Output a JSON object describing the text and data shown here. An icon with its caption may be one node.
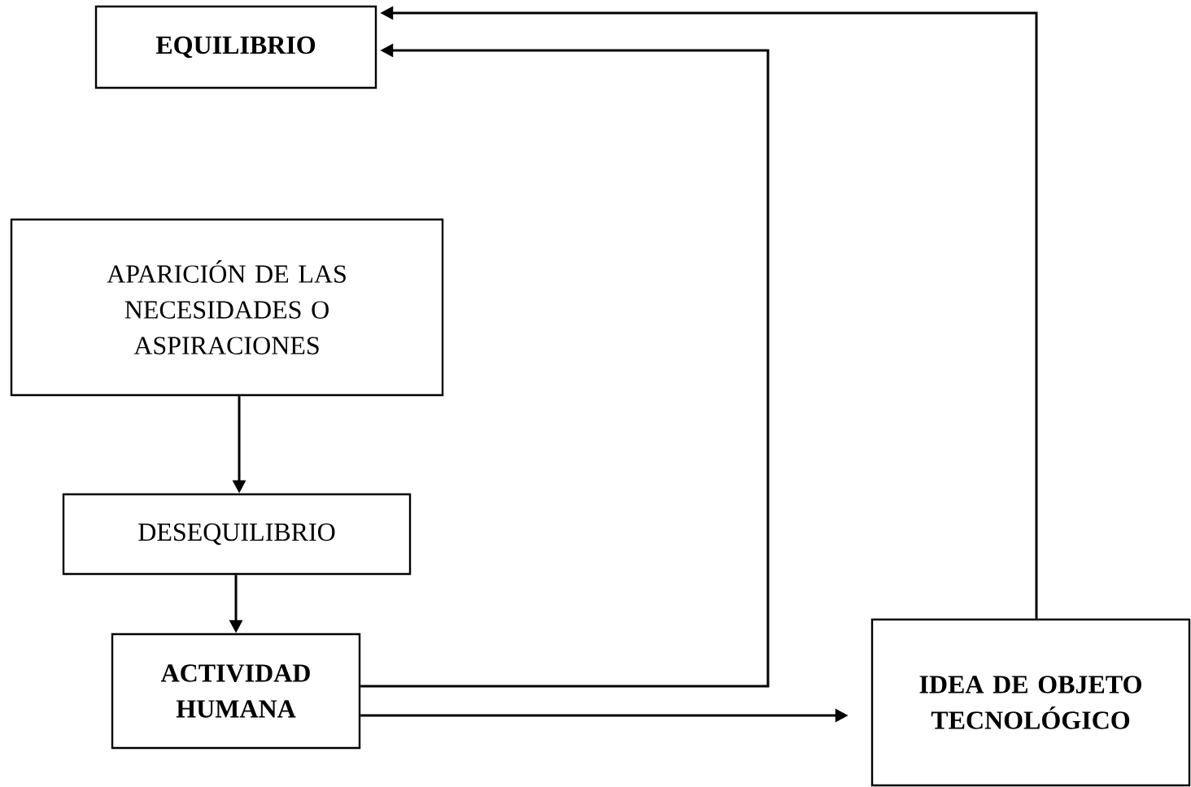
{
  "diagram": {
    "nodes": [
      {
        "text": [
          "EQUILIBRIO"
        ]
      },
      {
        "text": [
          "APARICIÓN DE LAS NECESIDADES O ASPIRACIONES"
        ]
      },
      {
        "text": [
          "DESEQUILIBRIO"
        ]
      },
      {
        "text": [
          "ACTIVIDAD HUMANA"
        ]
      },
      {
        "text": [
          "IDEA DE OBJETO TECNOLÓGICO"
        ]
      }
    ],
    "edges": [
      {
        "from": 1,
        "to": 2,
        "arrow": "to"
      },
      {
        "from": 2,
        "to": 3,
        "arrow": "to"
      },
      {
        "from": 3,
        "to": 0,
        "arrow": "to"
      },
      {
        "from": 3,
        "to": 4,
        "arrow": "to"
      },
      {
        "from": 4,
        "to": 0,
        "arrow": "to"
      }
    ]
  }
}
